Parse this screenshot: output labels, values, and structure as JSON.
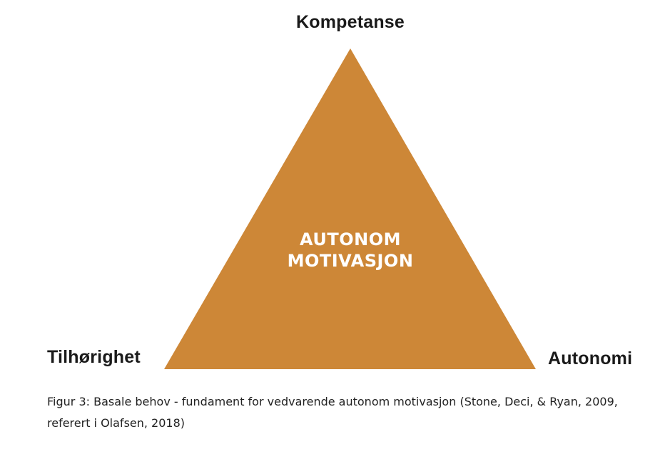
{
  "diagram": {
    "vertices": {
      "top": "Kompetanse",
      "left": "Tilhørighet",
      "right": "Autonomi"
    },
    "center": {
      "line1": "AUTONOM",
      "line2": "MOTIVASJON"
    },
    "fill_color": "#cd8737",
    "center_text_color": "#ffffff"
  },
  "caption": "Figur 3: Basale behov - fundament for vedvarende autonom motivasjon (Stone, Deci, & Ryan, 2009, referert i Olafsen, 2018)"
}
